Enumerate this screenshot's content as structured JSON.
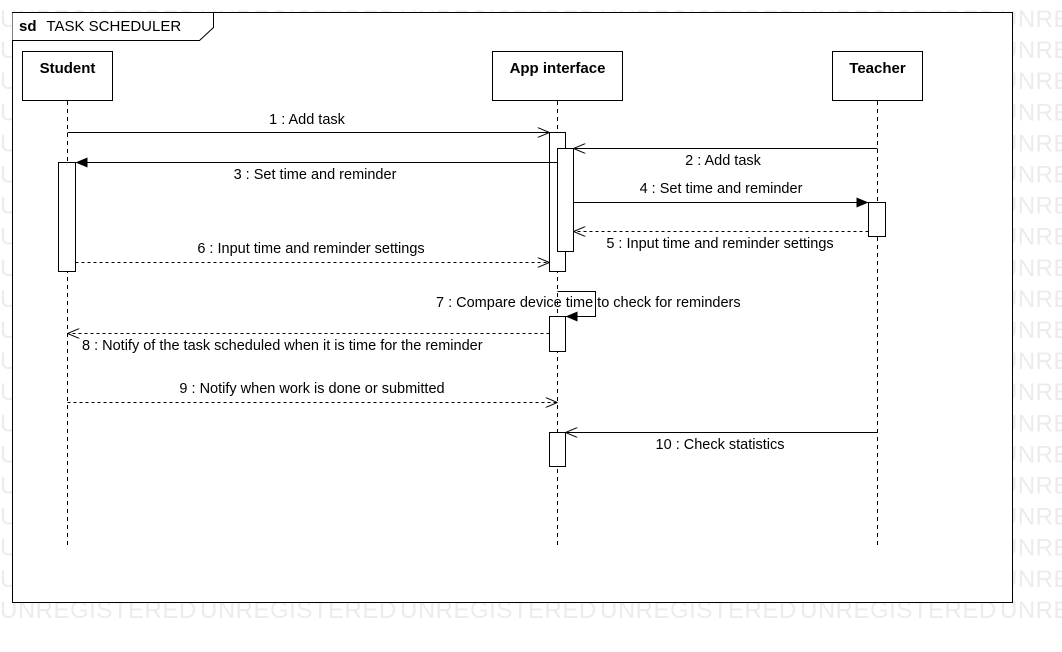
{
  "frame": {
    "kind": "sd",
    "title": "TASK  SCHEDULER"
  },
  "watermark": {
    "text": "UNREGISTERED"
  },
  "lifelines": [
    {
      "id": "student",
      "label": "Student"
    },
    {
      "id": "app",
      "label": "App interface"
    },
    {
      "id": "teacher",
      "label": "Teacher"
    }
  ],
  "messages": [
    {
      "id": "m1",
      "label": "1 : Add task",
      "from": "student",
      "to": "app",
      "style": "sync"
    },
    {
      "id": "m2",
      "label": "2 : Add task",
      "from": "teacher",
      "to": "app",
      "style": "async"
    },
    {
      "id": "m3",
      "label": "3 : Set time and reminder",
      "from": "app",
      "to": "student",
      "style": "sync"
    },
    {
      "id": "m4",
      "label": "4 : Set time and reminder",
      "from": "app",
      "to": "teacher",
      "style": "sync"
    },
    {
      "id": "m5",
      "label": "5 : Input time and reminder settings",
      "from": "teacher",
      "to": "app",
      "style": "return"
    },
    {
      "id": "m6",
      "label": "6 : Input time and reminder settings",
      "from": "student",
      "to": "app",
      "style": "return"
    },
    {
      "id": "m7",
      "label": "7 : Compare device time to check for reminders",
      "from": "app",
      "to": "app",
      "style": "self"
    },
    {
      "id": "m8",
      "label": "8 : Notify of the task scheduled when it is time for the reminder",
      "from": "app",
      "to": "student",
      "style": "return"
    },
    {
      "id": "m9",
      "label": "9 : Notify when work is done or submitted",
      "from": "student",
      "to": "app",
      "style": "return"
    },
    {
      "id": "m10",
      "label": "10 : Check statistics",
      "from": "teacher",
      "to": "app",
      "style": "async"
    }
  ]
}
